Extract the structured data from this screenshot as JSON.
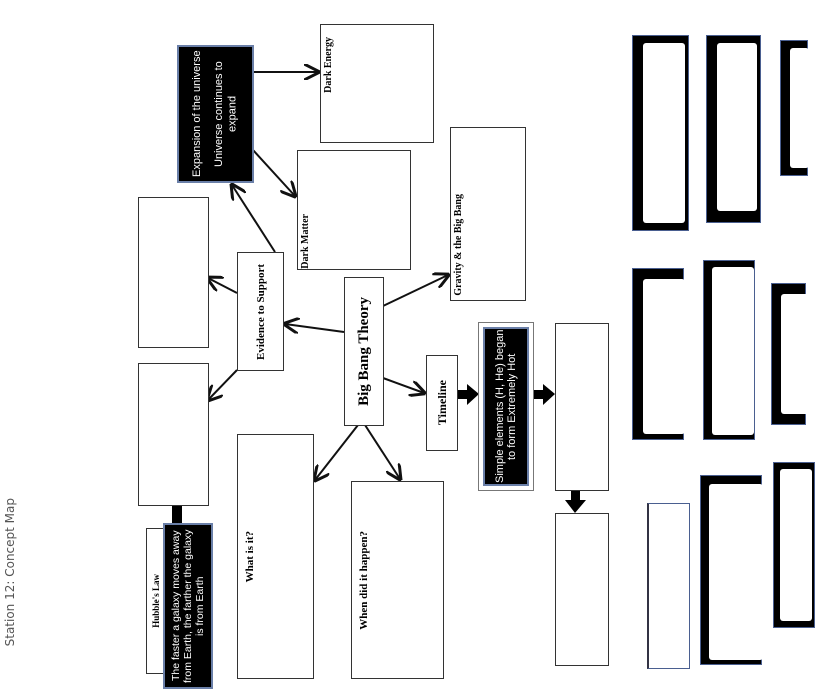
{
  "title": "Station 12: Concept Map",
  "nodes": {
    "center": "Big Bang Theory",
    "evidence": "Evidence to Support",
    "expansion_line1": "Expansion of the universe",
    "expansion_line2": "Universe continues to expand",
    "dark_energy": "Dark Energy",
    "dark_matter": "Dark Matter",
    "gravity": "Gravity & the Big Bang",
    "timeline": "Timeline",
    "simple_elements": "Simple elements (H, He) began to form Extremely Hot",
    "what_is_it": "What is it?",
    "when": "When did it happen?",
    "hubble_label": "Hubble's Law",
    "hubble_text": "The faster a galaxy moves away from Earth, the farther the galaxy is from Earth"
  }
}
